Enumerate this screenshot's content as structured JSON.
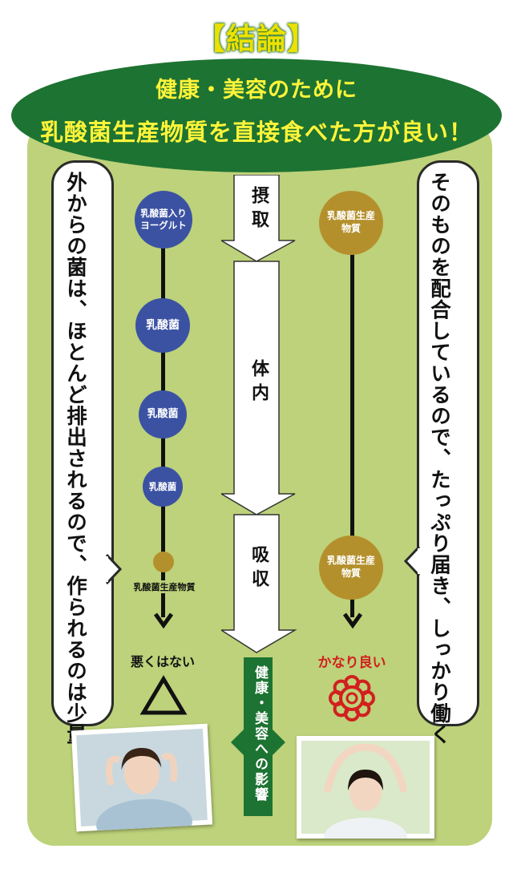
{
  "header": {
    "conclusion_title": "【結論】",
    "line1": "健康・美容のために",
    "line2": "乳酸菌生産物質を直接食べた方が良い！"
  },
  "left_bubble": {
    "text": "外からの菌は、ほとんど排出されるので、作られるのは少量"
  },
  "right_bubble": {
    "text": "そのものを配合しているので、たっぷり届き、しっかり働く"
  },
  "center_arrow": {
    "stages": [
      "摂取",
      "体内",
      "吸収"
    ]
  },
  "left_chain": {
    "nodes": [
      "乳酸菌入りヨーグルト",
      "乳酸菌",
      "乳酸菌",
      "乳酸菌"
    ],
    "small_label": "乳酸菌生産物質",
    "result_label": "悪くはない",
    "result_symbol": "triangle"
  },
  "right_chain": {
    "top_node": "乳酸菌生産物質",
    "bottom_node": "乳酸菌生産物質",
    "result_label": "かなり良い",
    "result_symbol": "flower"
  },
  "impact_label": "健康・美容への影響",
  "colors": {
    "panel": "#bdd27a",
    "ellipse": "#1d7332",
    "title_yellow": "#ece100",
    "node_blue": "#3b52a3",
    "node_gold": "#b4902c",
    "good_red": "#d21f1f"
  }
}
